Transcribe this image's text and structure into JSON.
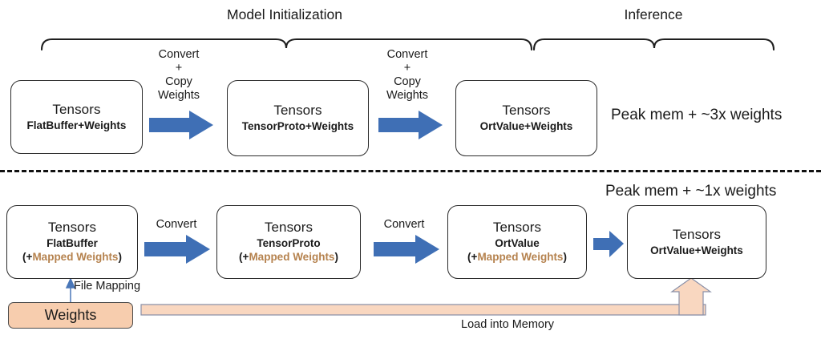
{
  "diagram": {
    "title_top_left": "Model Initialization",
    "title_top_right": "Inference",
    "accent_blue": "#3f6fb5",
    "accent_orange_text": "#b5824e",
    "weights_fill": "#f7cdae",
    "load_arrow_fill": "#f9d7c0"
  },
  "top_row": {
    "brace_labels": {
      "model_initialization": "Model Initialization",
      "inference": "Inference"
    },
    "boxes": [
      {
        "title": "Tensors",
        "sub": "FlatBuffer+Weights"
      },
      {
        "title": "Tensors",
        "sub": "TensorProto+Weights"
      },
      {
        "title": "Tensors",
        "sub": "OrtValue+Weights"
      }
    ],
    "arrow_labels": [
      "Convert\n+\nCopy\nWeights",
      "Convert\n+\nCopy\nWeights"
    ],
    "peak_memory": "Peak mem + ~3x weights"
  },
  "bottom_row": {
    "peak_memory": "Peak mem + ~1x weights",
    "boxes": [
      {
        "title": "Tensors",
        "sub": "FlatBuffer",
        "open_paren": "(+",
        "mapped": "Mapped Weights",
        "close_paren": ")"
      },
      {
        "title": "Tensors",
        "sub": "TensorProto",
        "open_paren": "(+",
        "mapped": "Mapped Weights",
        "close_paren": ")"
      },
      {
        "title": "Tensors",
        "sub": "OrtValue",
        "open_paren": "(+",
        "mapped": "Mapped Weights",
        "close_paren": ")"
      },
      {
        "title": "Tensors",
        "sub": "OrtValue+Weights"
      }
    ],
    "arrow_labels": [
      "Convert",
      "Convert"
    ],
    "weights_box_label": "Weights",
    "file_mapping_label": "File Mapping",
    "load_into_memory_label": "Load into Memory"
  }
}
